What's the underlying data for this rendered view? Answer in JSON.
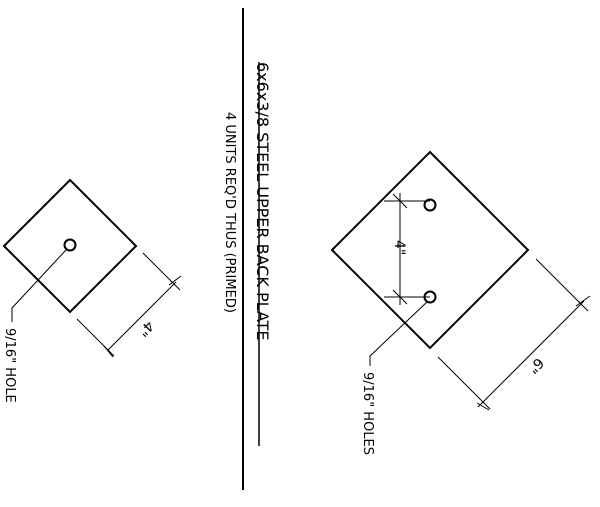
{
  "drawing": {
    "title": "6x6x3/8 STEEL UPPER BACK PLATE",
    "subtitle": "4 UNITS REQ'D THUS (PRIMED)",
    "large_plate": {
      "hole_spacing_label": "4\"",
      "side_dimension_label": "6\"",
      "holes_callout": "9/16\" HOLES"
    },
    "small_plate": {
      "side_dimension_label": "4\"",
      "hole_callout": "9/16\" HOLE"
    }
  }
}
